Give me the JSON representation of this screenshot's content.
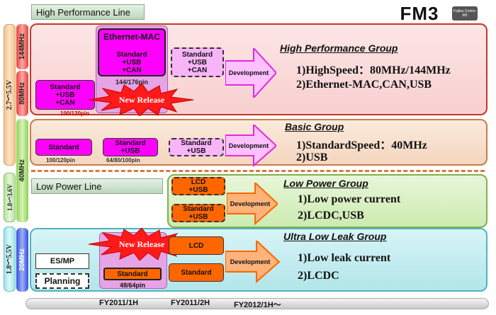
{
  "logo": {
    "text": "FM3",
    "badge": "Fujitsu Cortex-M3"
  },
  "lines": {
    "high_performance": "High Performance Line",
    "low_power": "Low Power Line"
  },
  "voltage": {
    "high": "2.7～5.5V",
    "low_power": "1.8～3.6V",
    "ultra_low": "1.8～5.5V"
  },
  "frequency": {
    "mhz144": "144MHz",
    "mhz80": "80MHz",
    "mhz40": "40MHz",
    "mhz20": "20MHz"
  },
  "high_performance_group": {
    "title": "High Performance Group",
    "line1": "1)HighSpeed：80MHz/144MHz",
    "line2": "2)Ethernet-MAC,CAN,USB",
    "ethernet_mac": {
      "title": "Ethernet-MAC",
      "content": "Standard\n+USB\n+CAN",
      "pins": "144/176pin"
    },
    "planned_box": "Standard\n+USB\n+CAN",
    "box_80": {
      "content": "Standard\n+USB\n+CAN",
      "pins": "100/120pin"
    },
    "new_release": "New Release",
    "development": "Development"
  },
  "basic_group": {
    "title": "Basic Group",
    "line1": "1)StandardSpeed：40MHz",
    "line2": "2)USB",
    "box1": {
      "content": "Standard",
      "pins": "100/120pin"
    },
    "box2": {
      "content": "Standard\n+USB",
      "pins": "64/80/100pin"
    },
    "box3": "Standard\n+USB",
    "development": "Development"
  },
  "low_power_group": {
    "title": "Low Power Group",
    "line1": "1)Low power current",
    "line2": "2)LCDC,USB",
    "box1": "LCD\n+USB",
    "box2": "Standard\n+USB",
    "development": "Development"
  },
  "ultra_low_leak_group": {
    "title": "Ultra Low Leak Group",
    "line1": "1)Low leak current",
    "line2": "2)LCDC",
    "new_release": "New Release",
    "box_standard": {
      "content": "Standard",
      "pins": "48/64pin"
    },
    "box_lcd": "LCD",
    "box_standard2": "Standard",
    "development": "Development"
  },
  "legend": {
    "es_mp": "ES/MP",
    "planning": "Planning"
  },
  "timeline": [
    "FY2011/1H",
    "FY2011/2H",
    "FY2012/1H～"
  ],
  "colors": {
    "magenta": "#ff00ff",
    "orange": "#ff6600",
    "red_band": "#e8403a",
    "green_band": "#9bd65a",
    "blue_band": "#2f50e0"
  }
}
